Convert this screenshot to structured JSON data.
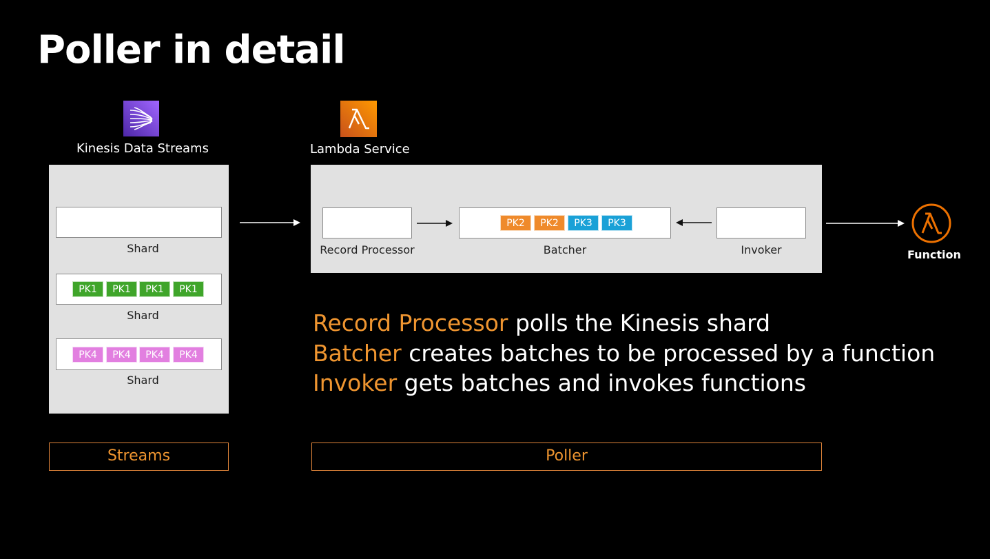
{
  "slide": {
    "title": "Poller in detail"
  },
  "streams": {
    "service_label": "Kinesis Data Streams",
    "shards": [
      {
        "label": "Shard",
        "records": []
      },
      {
        "label": "Shard",
        "records": [
          "PK1",
          "PK1",
          "PK1",
          "PK1"
        ]
      },
      {
        "label": "Shard",
        "records": [
          "PK4",
          "PK4",
          "PK4",
          "PK4"
        ]
      }
    ],
    "footer_label": "Streams"
  },
  "lambda": {
    "service_label": "Lambda Service",
    "record_processor_label": "Record Processor",
    "batcher_label": "Batcher",
    "batcher_records": [
      "PK2",
      "PK2",
      "PK3",
      "PK3"
    ],
    "invoker_label": "Invoker",
    "footer_label": "Poller"
  },
  "function": {
    "label": "Function"
  },
  "description": {
    "lines": [
      {
        "highlight": "Record Processor",
        "rest": " polls the Kinesis shard"
      },
      {
        "highlight": "Batcher",
        "rest": " creates batches to be processed by a function"
      },
      {
        "highlight": "Invoker",
        "rest": " gets batches and invokes functions"
      }
    ]
  },
  "colors": {
    "accent_orange": "#ef9530",
    "pk_green": "#3fa52a",
    "pk_pink": "#e27fe0",
    "pk_orange": "#ef8a2b",
    "pk_blue": "#1aa1d7",
    "kinesis_purple": "#8c4fff",
    "lambda_orange": "#ed7100"
  }
}
